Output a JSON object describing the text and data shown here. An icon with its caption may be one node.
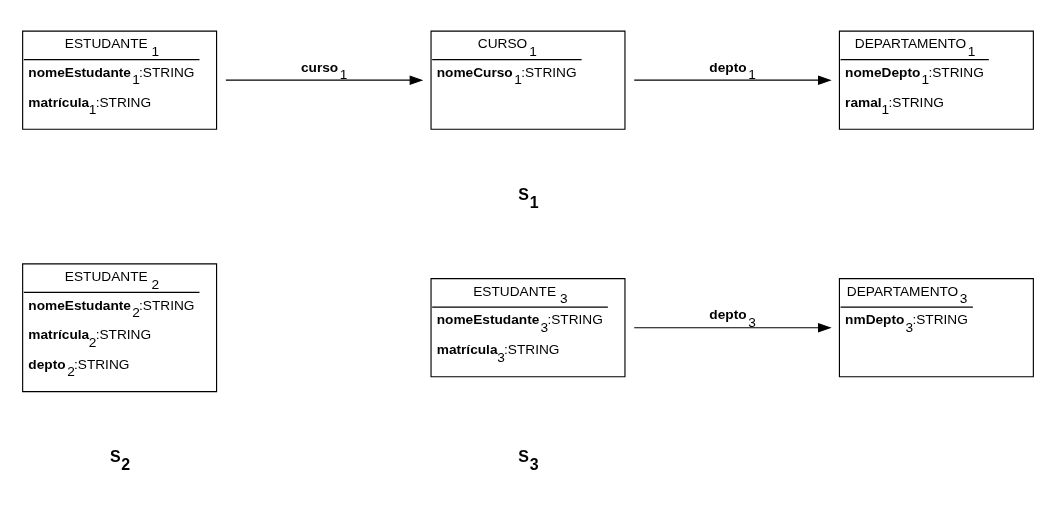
{
  "diagram": {
    "nodes": [
      {
        "text": [
          "ESTUDANTE$_{1}$",
          "**nomeEstudante**$_{1}$:STRING",
          "**matrícula**$_{1}$:STRING"
        ]
      },
      {
        "text": [
          "CURSO$_{1}$",
          "**nomeCurso**$_{1}$:STRING"
        ]
      },
      {
        "text": [
          "DEPARTAMENTO$_{1}$",
          "**nomeDepto**$_{1}$:STRING",
          "**ramal**$_{1}$:STRING"
        ]
      },
      {
        "text": [
          "ESTUDANTE$_{2}$",
          "**nomeEstudante**$_{2}$:STRING",
          "**matrícula**$_{2}$:STRING",
          "**depto**$_{2}$:STRING"
        ]
      },
      {
        "text": [
          "ESTUDANTE$_{3}$",
          "**nomeEstudante**$_{3}$:STRING",
          "**matrícula**$_{3}$:STRING"
        ]
      },
      {
        "text": [
          "DEPARTAMENTO$_{3}$",
          "**nmDepto**$_{3}$:STRING"
        ]
      }
    ],
    "edges": [
      {
        "from": 0,
        "to": 1,
        "arrow": "to",
        "label": "**curso**$_{1}$"
      },
      {
        "from": 1,
        "to": 2,
        "arrow": "to",
        "label": "**depto**$_{1}$"
      },
      {
        "from": 4,
        "to": 5,
        "arrow": "to",
        "label": "**depto**$_{3}$"
      }
    ],
    "labels": [
      "S$_{1}$",
      "S$_{2}$",
      "S$_{3}$"
    ]
  }
}
